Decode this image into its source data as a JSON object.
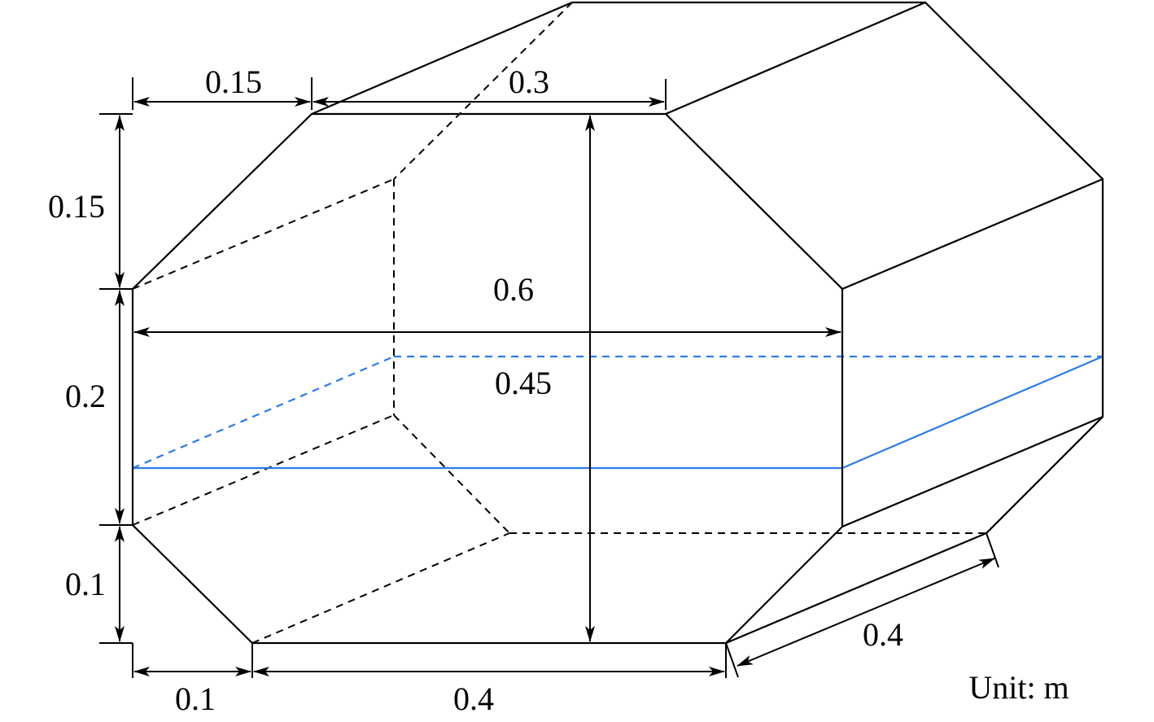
{
  "title": "Octagonal prism dimension diagram",
  "colors": {
    "outline": "#000000",
    "water_level": "#2f7ae5"
  },
  "dimensions": {
    "top_chamfer_width": "0.15",
    "top_width": "0.3",
    "top_chamfer_height": "0.15",
    "side_height": "0.2",
    "bottom_chamfer_height": "0.1",
    "bottom_chamfer_width": "0.1",
    "bottom_width": "0.4",
    "total_width": "0.6",
    "total_height": "0.45",
    "depth": "0.4"
  },
  "unit_label": "Unit: m"
}
